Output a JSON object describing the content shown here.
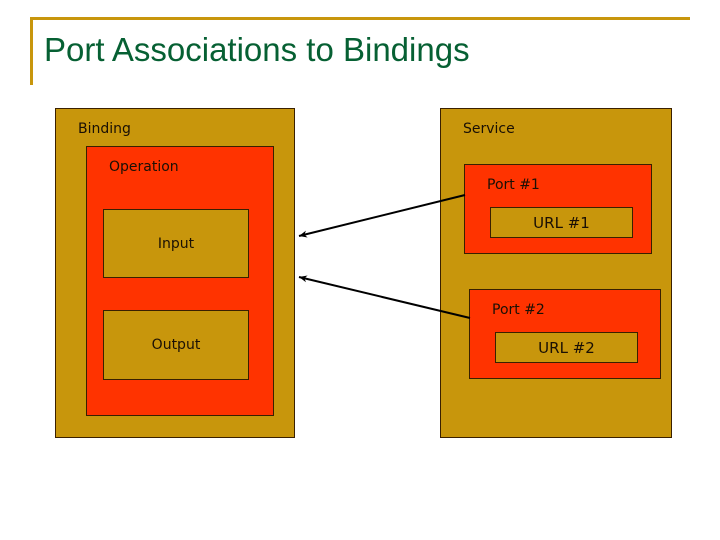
{
  "slide": {
    "title": "Port Associations to Bindings",
    "title_color": "#066033",
    "accent_color": "#c8960c",
    "container_fill": "#c8960c",
    "highlight_fill": "#ff3300",
    "outline_color": "#3a2000",
    "background": "#ffffff"
  },
  "diagram": {
    "binding": {
      "label": "Binding",
      "operation": {
        "label": "Operation",
        "input": {
          "label": "Input"
        },
        "output": {
          "label": "Output"
        }
      }
    },
    "service": {
      "label": "Service",
      "ports": [
        {
          "label": "Port #1",
          "url": {
            "label": "URL #1"
          }
        },
        {
          "label": "Port #2",
          "url": {
            "label": "URL #2"
          }
        }
      ]
    },
    "connectors": [
      {
        "from": "port-1",
        "to": "binding",
        "direction": "left"
      },
      {
        "from": "port-2",
        "to": "binding",
        "direction": "left"
      }
    ]
  }
}
